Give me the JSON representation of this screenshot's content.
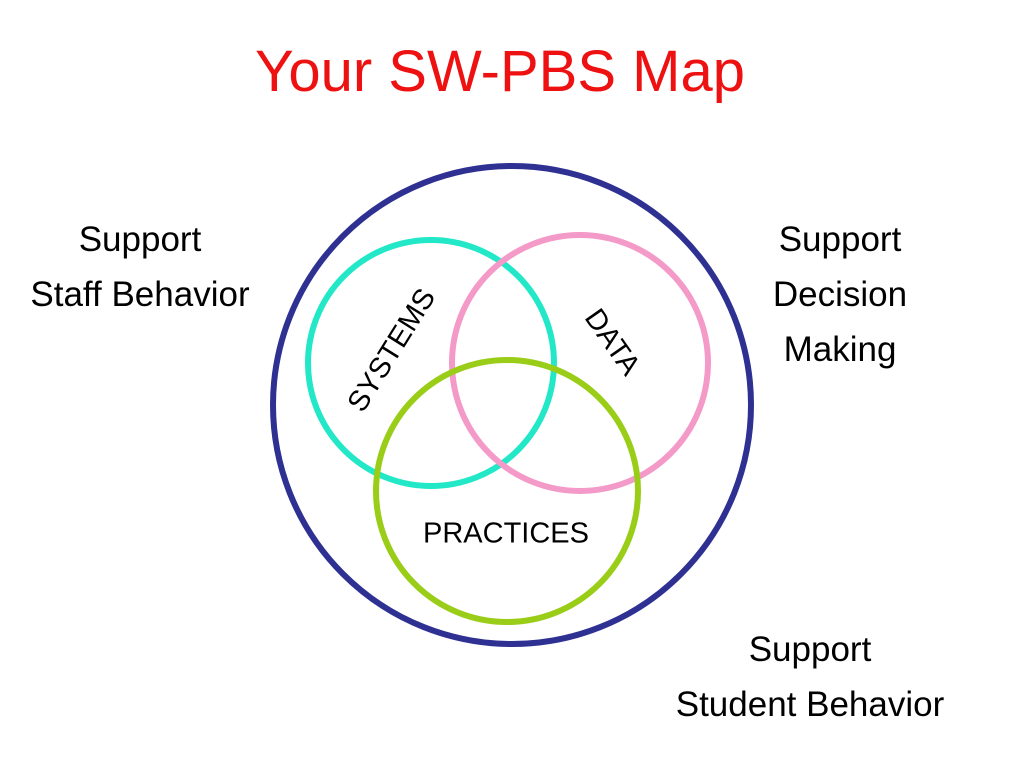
{
  "title": "Your SW-PBS Map",
  "colors": {
    "title": "#ee1111",
    "outer_circle": "#2e3192",
    "systems_circle": "#22e8c8",
    "data_circle": "#f49ac8",
    "practices_circle": "#9acd18"
  },
  "labels": {
    "staff": [
      "Support",
      "Staff Behavior"
    ],
    "decision": [
      "Support",
      "Decision",
      "Making"
    ],
    "student": [
      "Support",
      "Student Behavior"
    ]
  },
  "venn": {
    "systems": "SYSTEMS",
    "data": "DATA",
    "practices": "PRACTICES"
  }
}
